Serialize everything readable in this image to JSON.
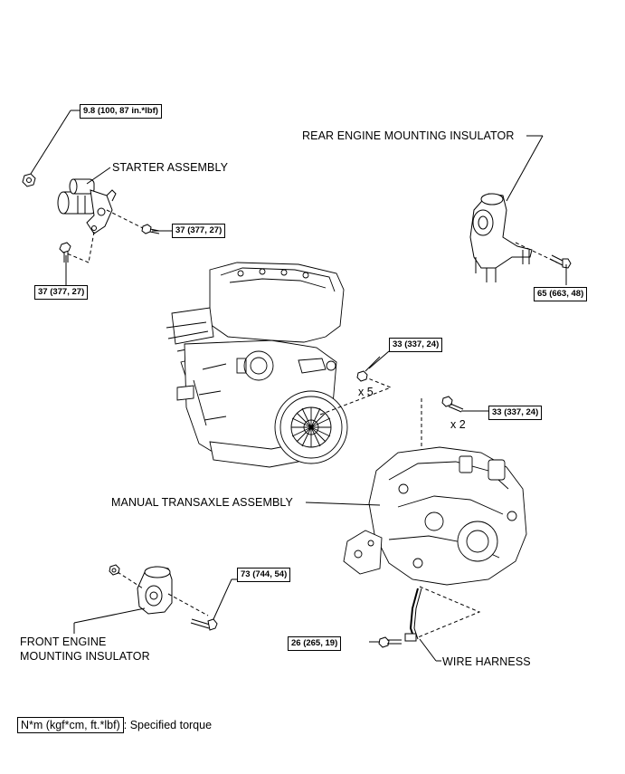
{
  "components": {
    "starter_assembly": "STARTER ASSEMBLY",
    "rear_engine_mounting_insulator": "REAR ENGINE MOUNTING INSULATOR",
    "manual_transaxle_assembly": "MANUAL TRANSAXLE ASSEMBLY",
    "front_engine_mounting_insulator_line1": "FRONT ENGINE",
    "front_engine_mounting_insulator_line2": "MOUNTING INSULATOR",
    "wire_harness": "WIRE HARNESS"
  },
  "torques": {
    "starter_nut": "9.8 (100, 87 in.*lbf)",
    "starter_bolt_upper": "37 (377, 27)",
    "starter_bolt_lower": "37 (377, 27)",
    "rear_mount_bolt": "65 (663, 48)",
    "engine_transaxle_bolts": "33 (337, 24)",
    "transaxle_bolts": "33 (337, 24)",
    "front_mount_bolt": "73 (744, 54)",
    "wire_harness_bolt": "26 (265, 19)"
  },
  "quantities": {
    "engine_transaxle_bolts": "x 5",
    "transaxle_bolts": "x 2"
  },
  "legend": {
    "unit_box": "N*m (kgf*cm, ft.*lbf)",
    "description": ": Specified torque"
  }
}
